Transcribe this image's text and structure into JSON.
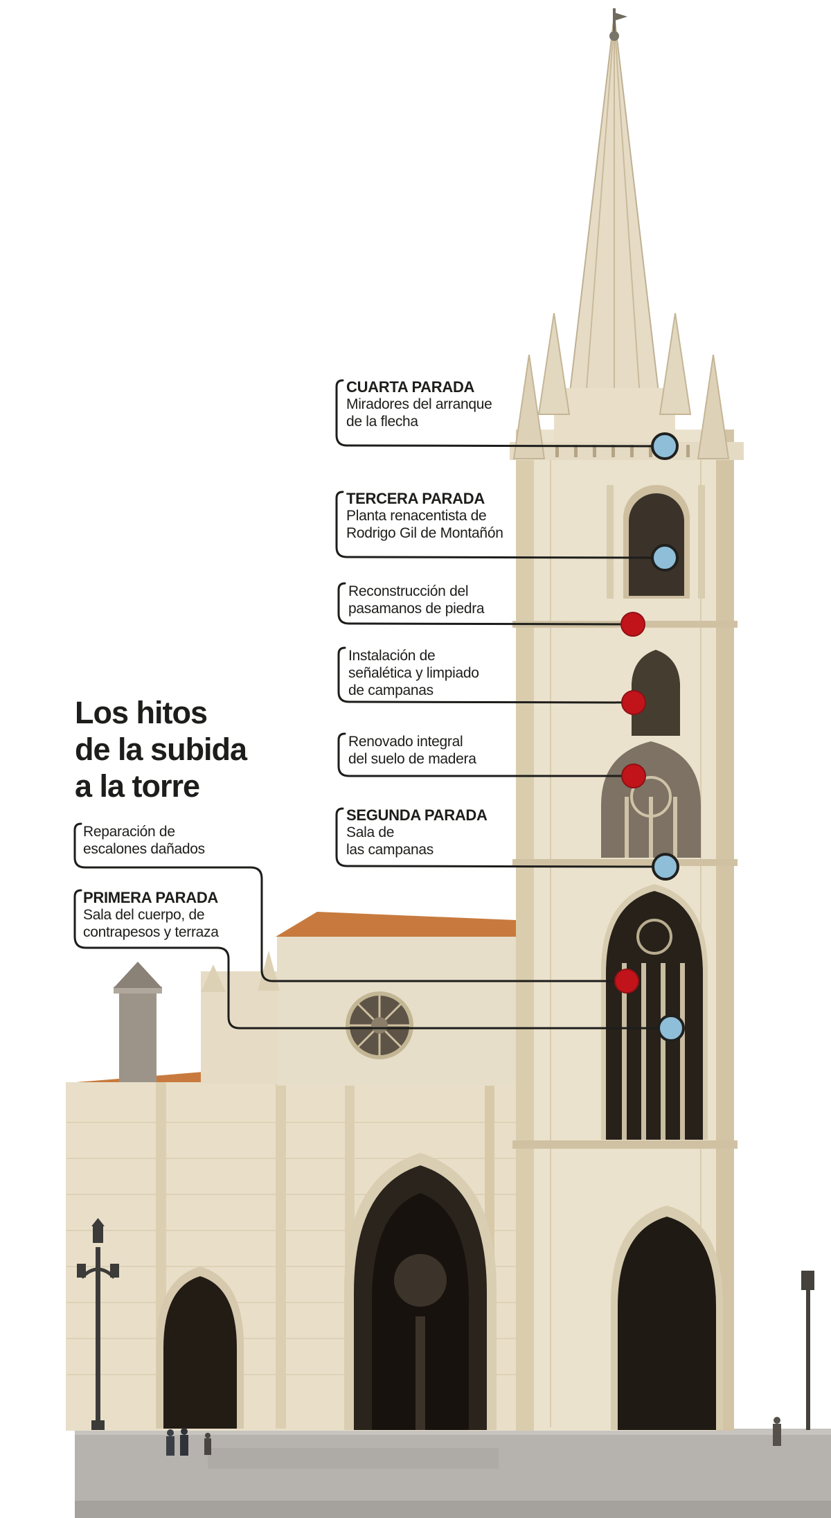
{
  "title": {
    "line1": "Los hitos",
    "line2": "de la subida",
    "line3": "a la torre"
  },
  "callouts": [
    {
      "id": "cuarta",
      "kind": "stop",
      "label": "CUARTA PARADA",
      "lines": [
        "Miradores del arranque",
        "de la flecha"
      ],
      "dot": "blue"
    },
    {
      "id": "tercera",
      "kind": "stop",
      "label": "TERCERA PARADA",
      "lines": [
        "Planta renacentista de",
        "Rodrigo Gil de Montañón"
      ],
      "dot": "blue"
    },
    {
      "id": "pasamanos",
      "kind": "work",
      "label": "",
      "lines": [
        "Reconstrucción del",
        "pasamanos de piedra"
      ],
      "dot": "red"
    },
    {
      "id": "senaletica",
      "kind": "work",
      "label": "",
      "lines": [
        "Instalación de",
        "señalética y limpiado",
        "de campanas"
      ],
      "dot": "red"
    },
    {
      "id": "suelo",
      "kind": "work",
      "label": "",
      "lines": [
        "Renovado integral",
        "del suelo de madera"
      ],
      "dot": "red"
    },
    {
      "id": "segunda",
      "kind": "stop",
      "label": "SEGUNDA PARADA",
      "lines": [
        "Sala de",
        "las campanas"
      ],
      "dot": "blue"
    },
    {
      "id": "escalones",
      "kind": "work",
      "label": "",
      "lines": [
        "Reparación de",
        "escalones dañados"
      ],
      "dot": "red"
    },
    {
      "id": "primera",
      "kind": "stop",
      "label": "PRIMERA PARADA",
      "lines": [
        "Sala del cuerpo, de",
        "contrapesos y terraza"
      ],
      "dot": "blue"
    }
  ],
  "colors": {
    "stop_dot": "#8fbed8",
    "stop_dot_stroke": "#20201e",
    "work_dot": "#c1141a",
    "work_dot_stroke": "#8e1015",
    "leader_line": "#1d1d1b",
    "title_text": "#1d1d1b"
  }
}
